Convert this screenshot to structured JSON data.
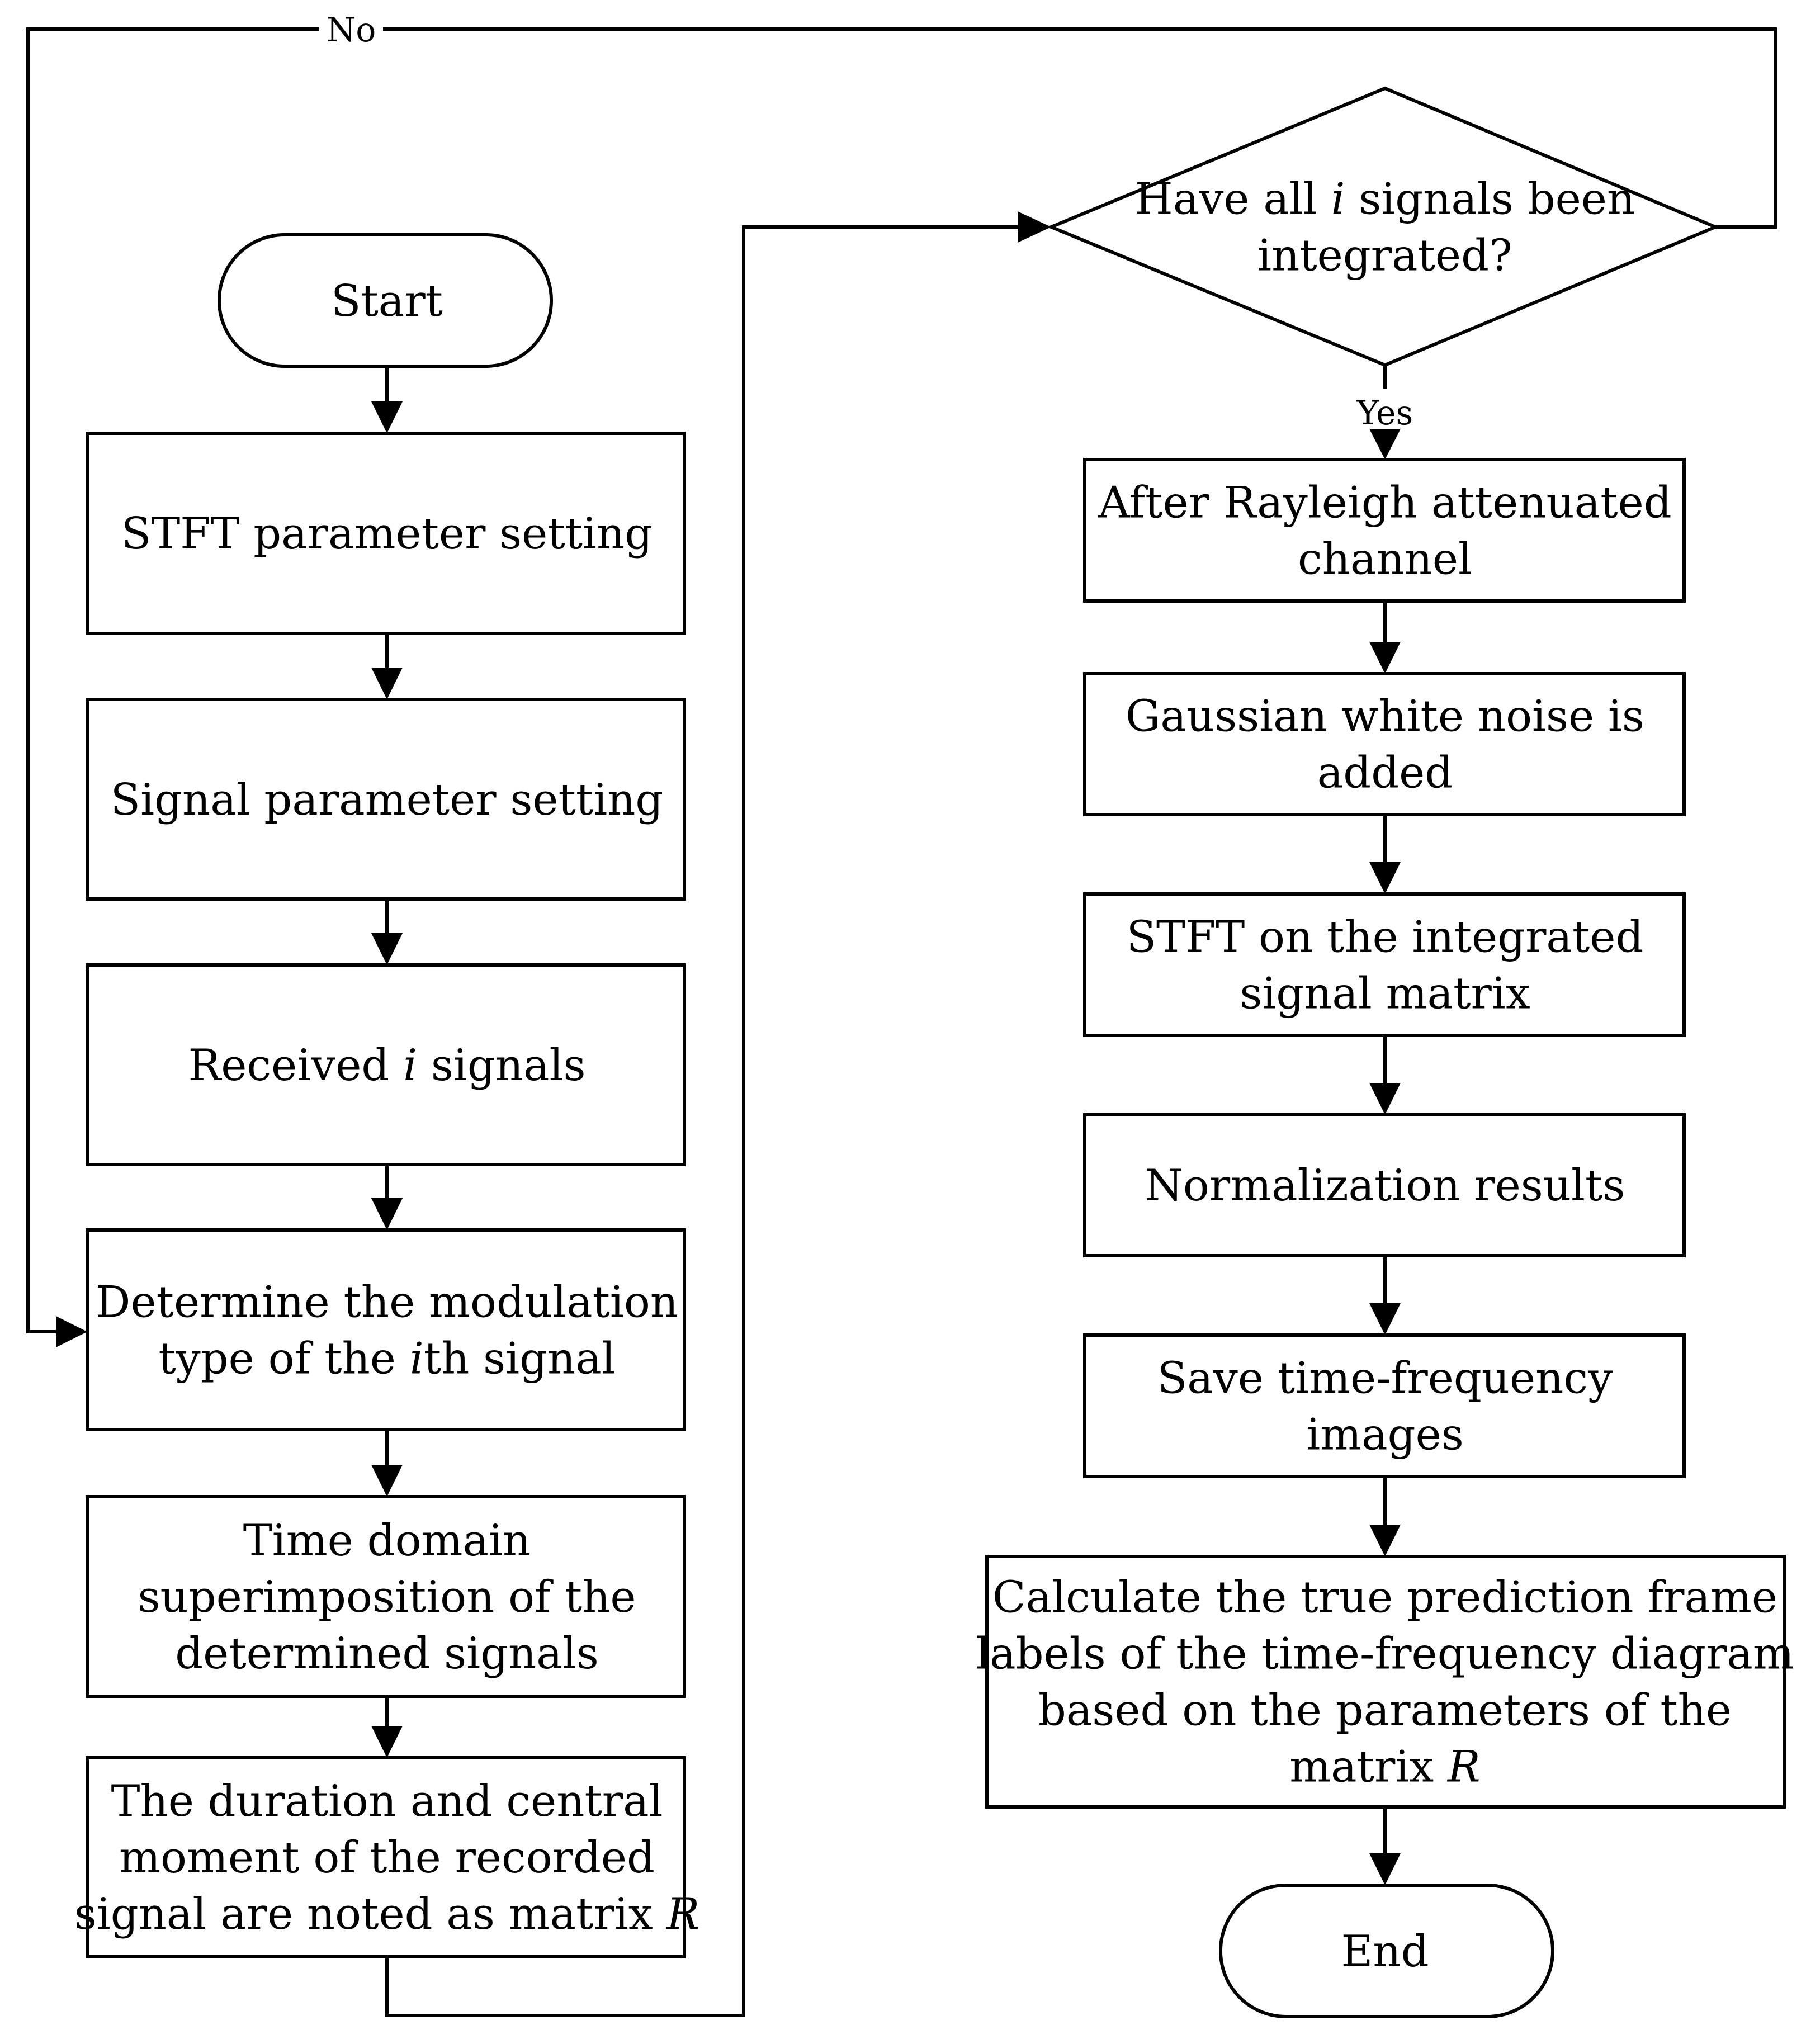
{
  "nodes": {
    "start": {
      "lines": [
        "Start"
      ]
    },
    "stft_param": {
      "lines": [
        "STFT parameter setting"
      ]
    },
    "signal_param": {
      "lines": [
        "Signal parameter setting"
      ]
    },
    "received": {
      "lines": [
        [
          "Received ",
          {
            "i": "i"
          },
          " signals"
        ]
      ]
    },
    "determine": {
      "lines": [
        "Determine the modulation",
        [
          "type of the ",
          {
            "i": "i"
          },
          "th signal"
        ]
      ]
    },
    "superimpose": {
      "lines": [
        "Time domain",
        "superimposition of the",
        "determined signals"
      ]
    },
    "duration": {
      "lines": [
        "The duration and central",
        "moment of the recorded",
        [
          "signal are noted as matrix ",
          {
            "i": "R"
          }
        ]
      ]
    },
    "decision": {
      "lines": [
        [
          "Have all ",
          {
            "i": "i"
          },
          " signals been"
        ],
        "integrated?"
      ]
    },
    "rayleigh": {
      "lines": [
        "After Rayleigh attenuated",
        "channel"
      ]
    },
    "gaussian": {
      "lines": [
        "Gaussian white noise is",
        "added"
      ]
    },
    "stft_matrix": {
      "lines": [
        "STFT on the integrated",
        "signal matrix"
      ]
    },
    "normalize": {
      "lines": [
        "Normalization results"
      ]
    },
    "save": {
      "lines": [
        "Save time-frequency",
        "images"
      ]
    },
    "calculate": {
      "lines": [
        "Calculate the true prediction frame",
        "labels of the time-frequency diagram",
        "based on the parameters of the",
        [
          "matrix ",
          {
            "i": "R"
          }
        ]
      ]
    },
    "end": {
      "lines": [
        "End"
      ]
    }
  },
  "edge_labels": {
    "no": "No",
    "yes": "Yes"
  }
}
